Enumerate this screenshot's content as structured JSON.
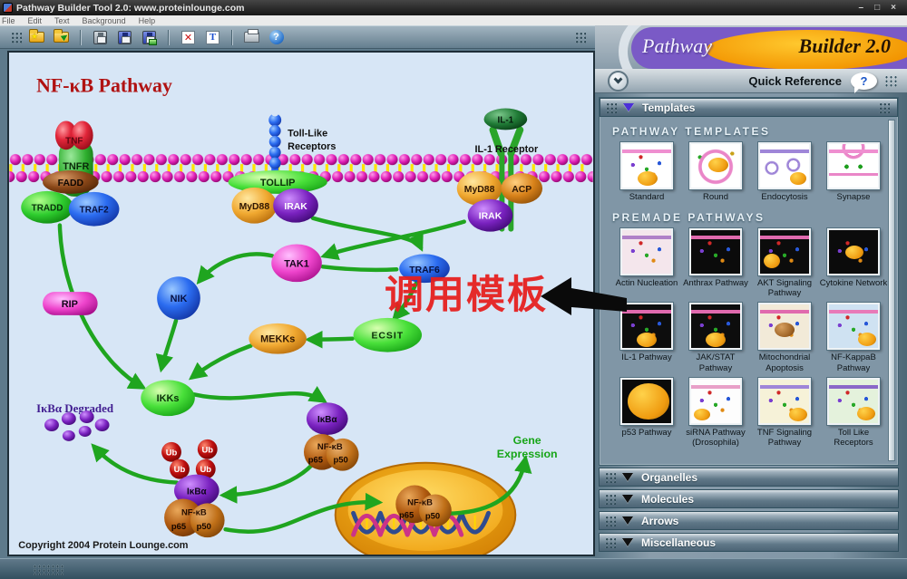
{
  "window": {
    "title": "Pathway Builder Tool 2.0: www.proteinlounge.com",
    "controls": {
      "minimize": "–",
      "maximize": "□",
      "close": "×"
    }
  },
  "menu": {
    "items": [
      "File",
      "Edit",
      "Text",
      "Background",
      "Help"
    ]
  },
  "toolbar": {
    "icons": [
      "new-pathway",
      "open-pathway",
      "save",
      "save-as",
      "export-image",
      "delete",
      "text-tool",
      "print",
      "help"
    ]
  },
  "brand": {
    "name_light": "Pathway",
    "name_dark": "Builder 2.0"
  },
  "quick_reference": {
    "label": "Quick Reference",
    "help_glyph": "?"
  },
  "panel": {
    "templates_bar": "Templates",
    "pathway_templates": {
      "heading": "PATHWAY TEMPLATES",
      "items": [
        {
          "label": "Standard"
        },
        {
          "label": "Round"
        },
        {
          "label": "Endocytosis"
        },
        {
          "label": "Synapse"
        }
      ]
    },
    "premade_pathways": {
      "heading": "PREMADE PATHWAYS",
      "items": [
        {
          "label": "Actin Nucleation"
        },
        {
          "label": "Anthrax Pathway"
        },
        {
          "label": "AKT Signaling Pathway"
        },
        {
          "label": "Cytokine Network"
        },
        {
          "label": "IL-1 Pathway"
        },
        {
          "label": "JAK/STAT Pathway"
        },
        {
          "label": "Mitochondrial Apoptosis"
        },
        {
          "label": "NF-KappaB Pathway"
        },
        {
          "label": "p53 Pathway"
        },
        {
          "label": "siRNA Pathway (Drosophila)"
        },
        {
          "label": "TNF Signaling Pathway"
        },
        {
          "label": "Toll Like Receptors"
        }
      ]
    },
    "accordions": [
      {
        "label": "Organelles"
      },
      {
        "label": "Molecules"
      },
      {
        "label": "Arrows"
      },
      {
        "label": "Miscellaneous"
      }
    ]
  },
  "canvas": {
    "title": "NF-κB Pathway",
    "copyright": "Copyright 2004 Protein Lounge.com",
    "degraded_label": "IκBα Degraded",
    "gene_expression": {
      "line1": "Gene",
      "line2": "Expression"
    },
    "nodes": {
      "tnf": "TNF",
      "tnfr": "TNFR",
      "fadd": "FADD",
      "tradd": "TRADD",
      "traf2": "TRAF2",
      "tlr_line1": "Toll-Like",
      "tlr_line2": "Receptors",
      "tollip": "TOLLIP",
      "myd88": "MyD88",
      "irak": "IRAK",
      "il1": "IL-1",
      "il1_receptor": "IL-1 Receptor",
      "acp": "ACP",
      "rip": "RIP",
      "nik": "NIK",
      "tak1": "TAK1",
      "traf6": "TRAF6",
      "mekks": "MEKKs",
      "ecsit": "ECSIT",
      "ikks": "IKKs",
      "ub": "Ub",
      "ikba": "IκBα",
      "nfkb": "NF-κB",
      "p65": "p65",
      "p50": "p50"
    }
  },
  "annotation": {
    "text": "调用模板"
  }
}
